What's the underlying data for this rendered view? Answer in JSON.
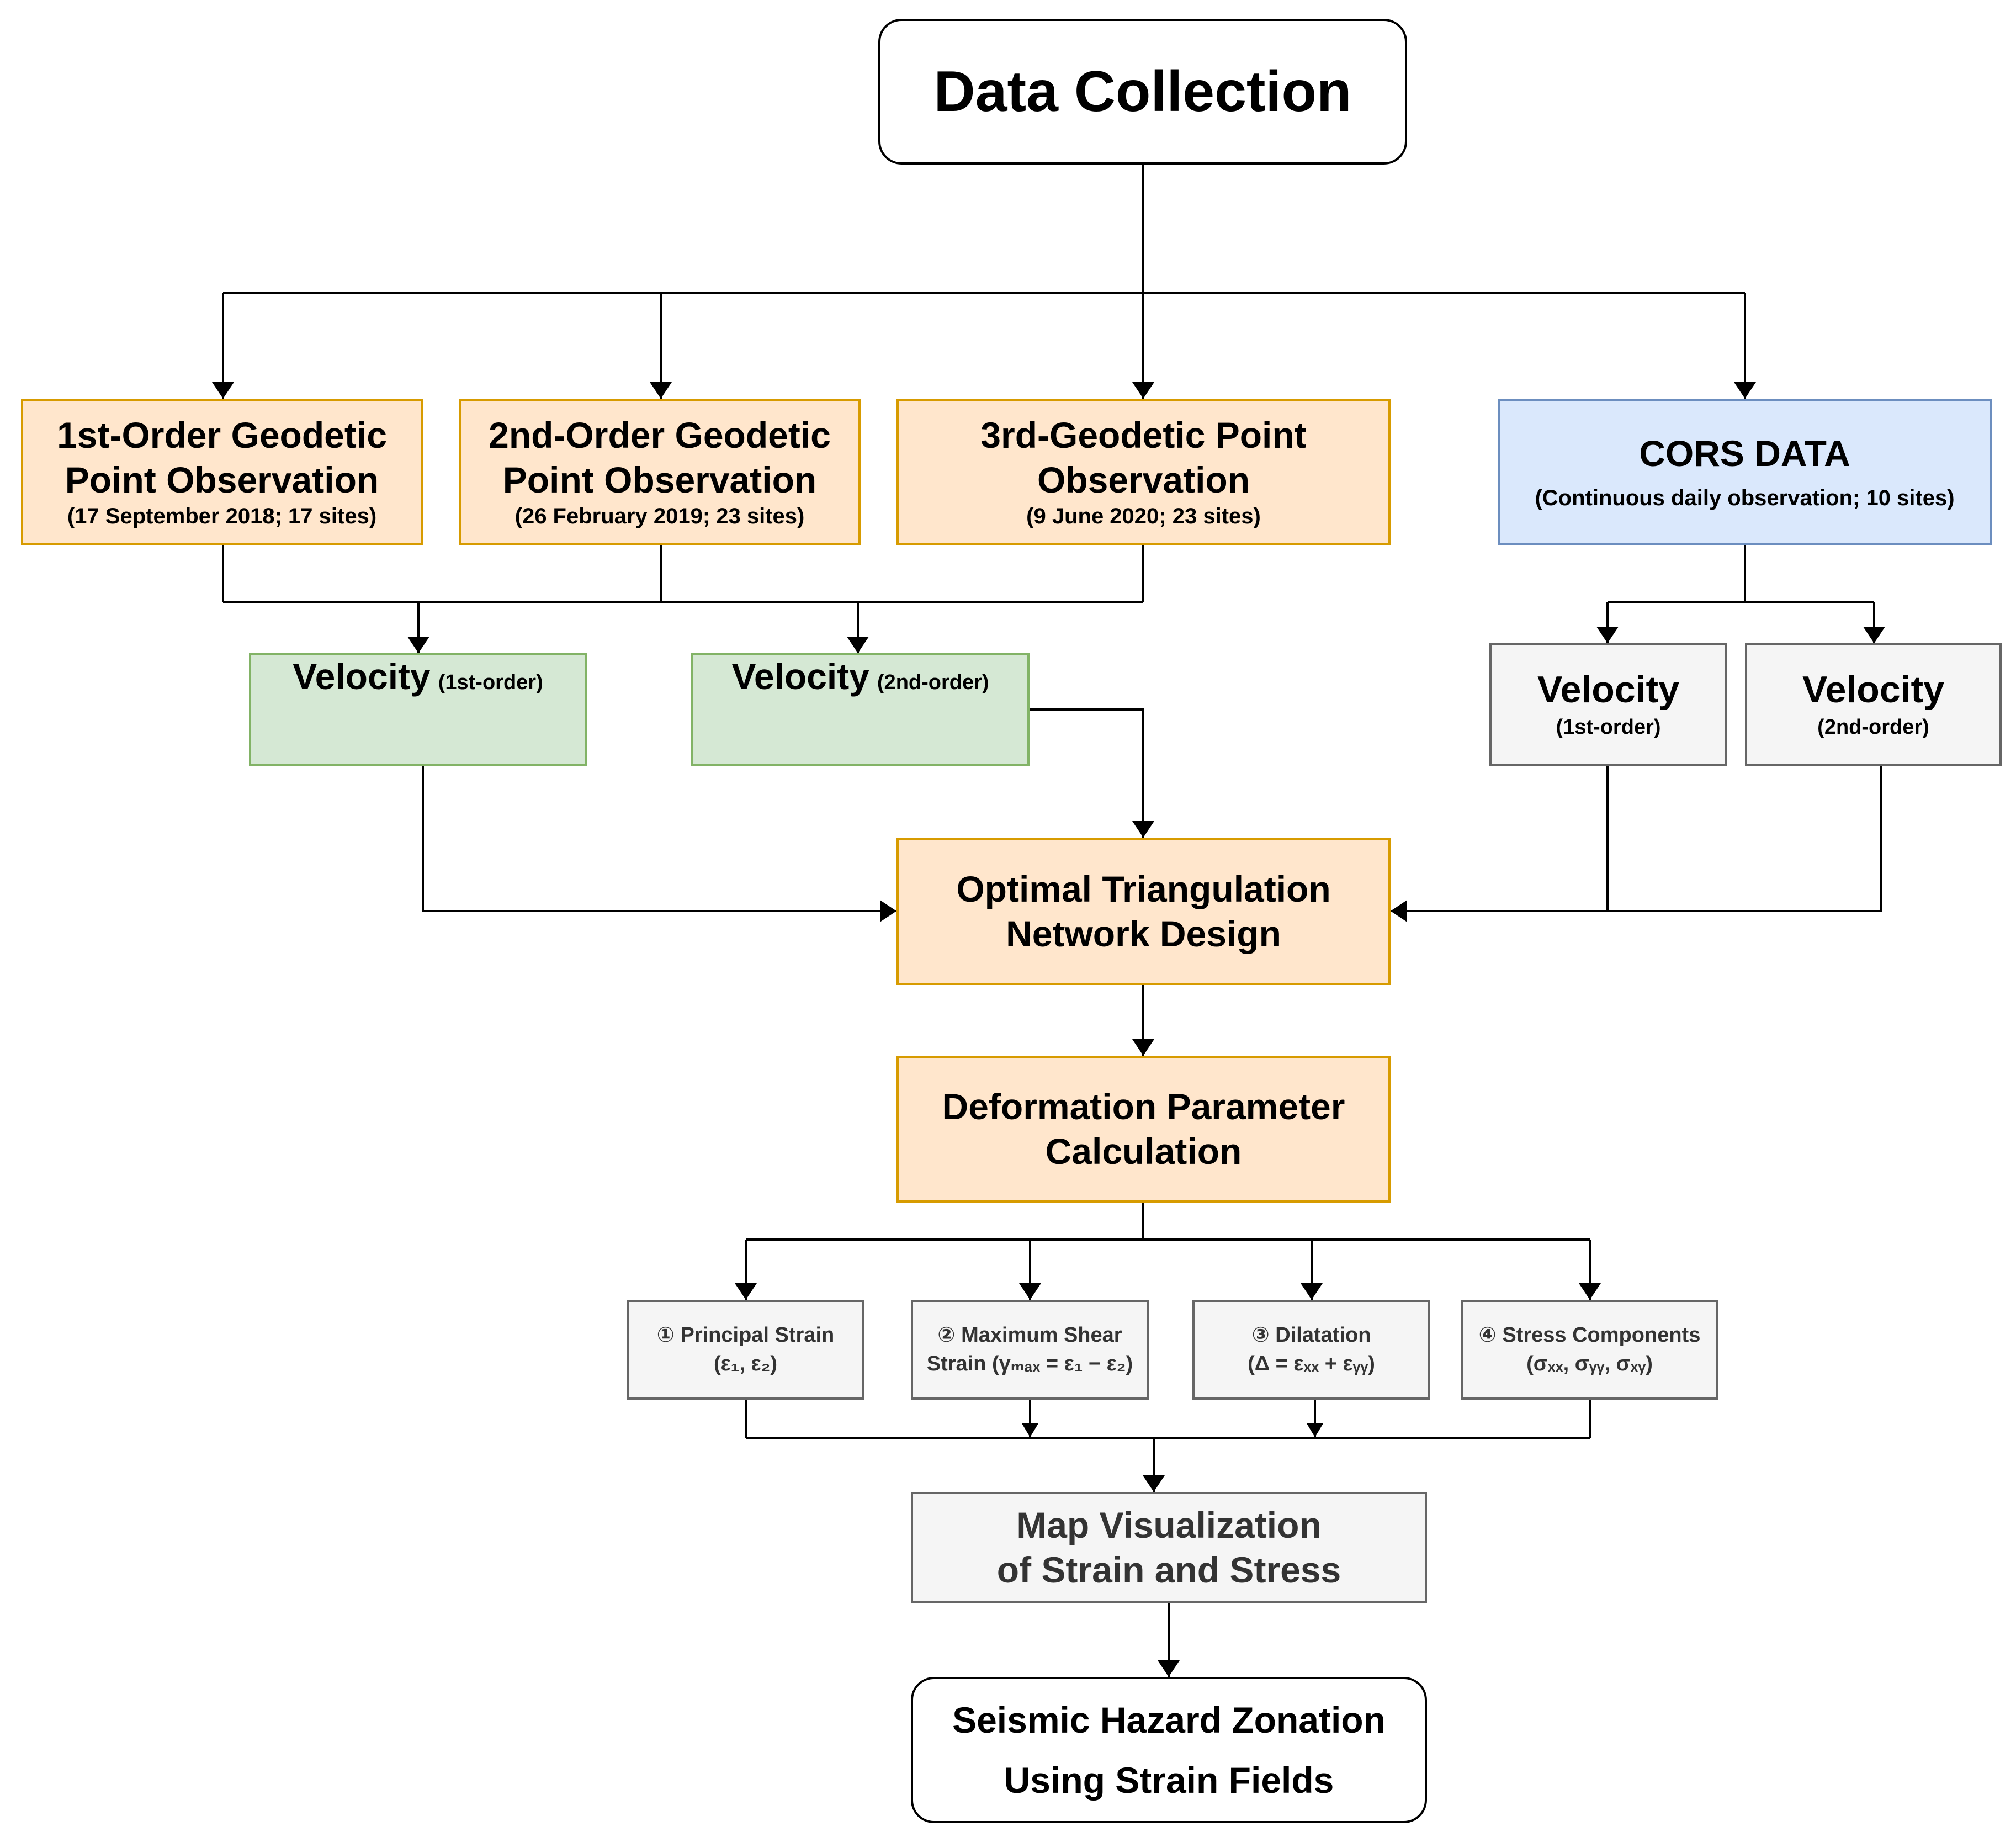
{
  "nodes": {
    "data_collection": {
      "title": "Data Collection"
    },
    "obs1": {
      "title_l1": "1st-Order Geodetic",
      "title_l2": "Point Observation",
      "detail": "(17 September 2018; 17 sites)"
    },
    "obs2": {
      "title_l1": "2nd-Order Geodetic",
      "title_l2": "Point Observation",
      "detail": "(26 February 2019; 23 sites)"
    },
    "obs3": {
      "title_l1": "3rd-Geodetic Point",
      "title_l2": "Observation",
      "detail": "(9 June 2020; 23 sites)"
    },
    "cors": {
      "title": "CORS DATA",
      "detail": "(Continuous daily observation; 10 sites)"
    },
    "velocity_1": {
      "title": "Velocity",
      "qualifier": "(1st-order)"
    },
    "velocity_2": {
      "title": "Velocity",
      "qualifier": "(2nd-order)"
    },
    "cors_velocity_1": {
      "title": "Velocity",
      "qualifier": "(1st-order)"
    },
    "cors_velocity_2": {
      "title": "Velocity",
      "qualifier": "(2nd-order)"
    },
    "triangulation": {
      "title_l1": "Optimal Triangulation",
      "title_l2": "Network Design"
    },
    "deformation": {
      "title_l1": "Deformation Parameter",
      "title_l2": "Calculation"
    },
    "principal_strain": {
      "line1": "① Principal Strain",
      "line2": "(ε₁, ε₂)"
    },
    "max_shear": {
      "line1": "② Maximum Shear",
      "line2": "Strain (γₘₐₓ = ε₁ − ε₂)"
    },
    "dilatation": {
      "line1": "③ Dilatation",
      "line2": "(Δ = εₓₓ + εᵧᵧ)"
    },
    "stress": {
      "line1": "④ Stress Components",
      "line2": "(σₓₓ, σᵧᵧ, σₓᵧ)"
    },
    "map_vis": {
      "title_l1": "Map Visualization",
      "title_l2": "of Strain and Stress"
    },
    "seismic": {
      "title_l1": "Seismic Hazard Zonation",
      "title_l2": "Using Strain Fields"
    }
  },
  "colors": {
    "process_fill": "#ffe6cc",
    "process_border": "#d79b00",
    "cors_fill": "#dae8fc",
    "cors_border": "#6c8ebf",
    "velocity_fill": "#d5e8d4",
    "velocity_border": "#82b366",
    "output_fill": "#f5f5f5",
    "output_border": "#666666",
    "connector": "#000000"
  }
}
